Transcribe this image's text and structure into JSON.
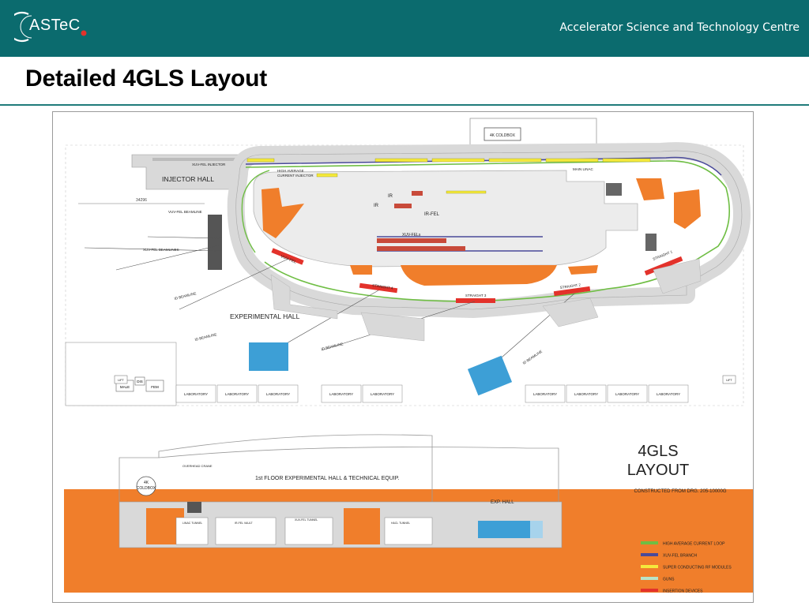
{
  "header": {
    "logo_text": "ASTeC",
    "tagline": "Accelerator Science and Technology Centre",
    "colors": {
      "bar": "#0b6b6e",
      "logo_dot": "#e3322b"
    }
  },
  "slide": {
    "title": "Detailed 4GLS Layout"
  },
  "plan": {
    "rooms": {
      "coldbox": "4K COLDBOX",
      "injector_hall": "INJECTOR HALL",
      "experimental_hall": "EXPERIMENTAL HALL",
      "main_linac": "MAIN LINAC"
    },
    "labels": {
      "xuv_fel_injector": "XUV-FEL INJECTOR",
      "high_average": "HIGH AVERAGE",
      "current_injector": "CURRENT INJECTOR",
      "ir": "IR",
      "ir2": "IR",
      "ir_fel": "IR-FEL",
      "xuv_fels": "XUV-FELs",
      "vuv_fel": "VUV-FEL",
      "vuv_fel_beamline": "VUV-FEL BEAMLINE",
      "xuv_fel_beamlines": "XUV-FEL BEAMLINES",
      "dimension": "34296",
      "straight1": "STRAIGHT 1",
      "straight2": "STRAIGHT 2",
      "straight3": "STRAIGHT 3",
      "straight4": "STRAIGHT 4",
      "id_beamline1": "ID BEAMLINE",
      "id_beamline2": "ID BEAMLINE",
      "id_beamline3": "ID BEAMLINE",
      "id_beamline4": "ID BEAMLINE",
      "male": "MALE",
      "dis": "DIS",
      "fem": "FEM",
      "lift1": "LIFT",
      "lift2": "LIFT"
    },
    "laboratories": [
      "LABORATORY",
      "LABORATORY",
      "LABORATORY",
      "LABORATORY",
      "LABORATORY",
      "LABORATORY",
      "LABORATORY",
      "LABORATORY",
      "LABORATORY"
    ],
    "colors": {
      "orange": "#f07e2b",
      "concrete": "#d9d9d9",
      "blue": "#3d9fd6",
      "red": "#e3322b",
      "green": "#6fbe44",
      "purple": "#4a4a9a",
      "yellow": "#f5e93c"
    }
  },
  "section": {
    "coldbox": [
      "4K",
      "COLDBOX"
    ],
    "overhead_crane": "OVERHEAD CRANE",
    "first_floor": "1st FLOOR EXPERIMENTAL HALL & TECHNICAL EQUIP.",
    "exp_hall": "EXP. HALL",
    "tunnels": [
      "LINAC TUNNEL",
      "IR-FEL VAULT",
      "XUV-FEL TUNNEL",
      "HACL TUNNEL"
    ]
  },
  "title_block": {
    "line1": "4GLS",
    "line2": "LAYOUT",
    "constructed": "CONSTRUCTED FROM DRG. 205-10000G"
  },
  "legend": [
    {
      "label": "HIGH AVERAGE CURRENT LOOP",
      "color": "#6fbe44"
    },
    {
      "label": "XUV-FEL BRANCH",
      "color": "#4a4a9a"
    },
    {
      "label": "SUPER CONDUCTING RF MODULES",
      "color": "#f5e93c"
    },
    {
      "label": "GUNS",
      "color": "#b9e3c6"
    },
    {
      "label": "INSERTION DEVICES",
      "color": "#e3322b"
    }
  ]
}
